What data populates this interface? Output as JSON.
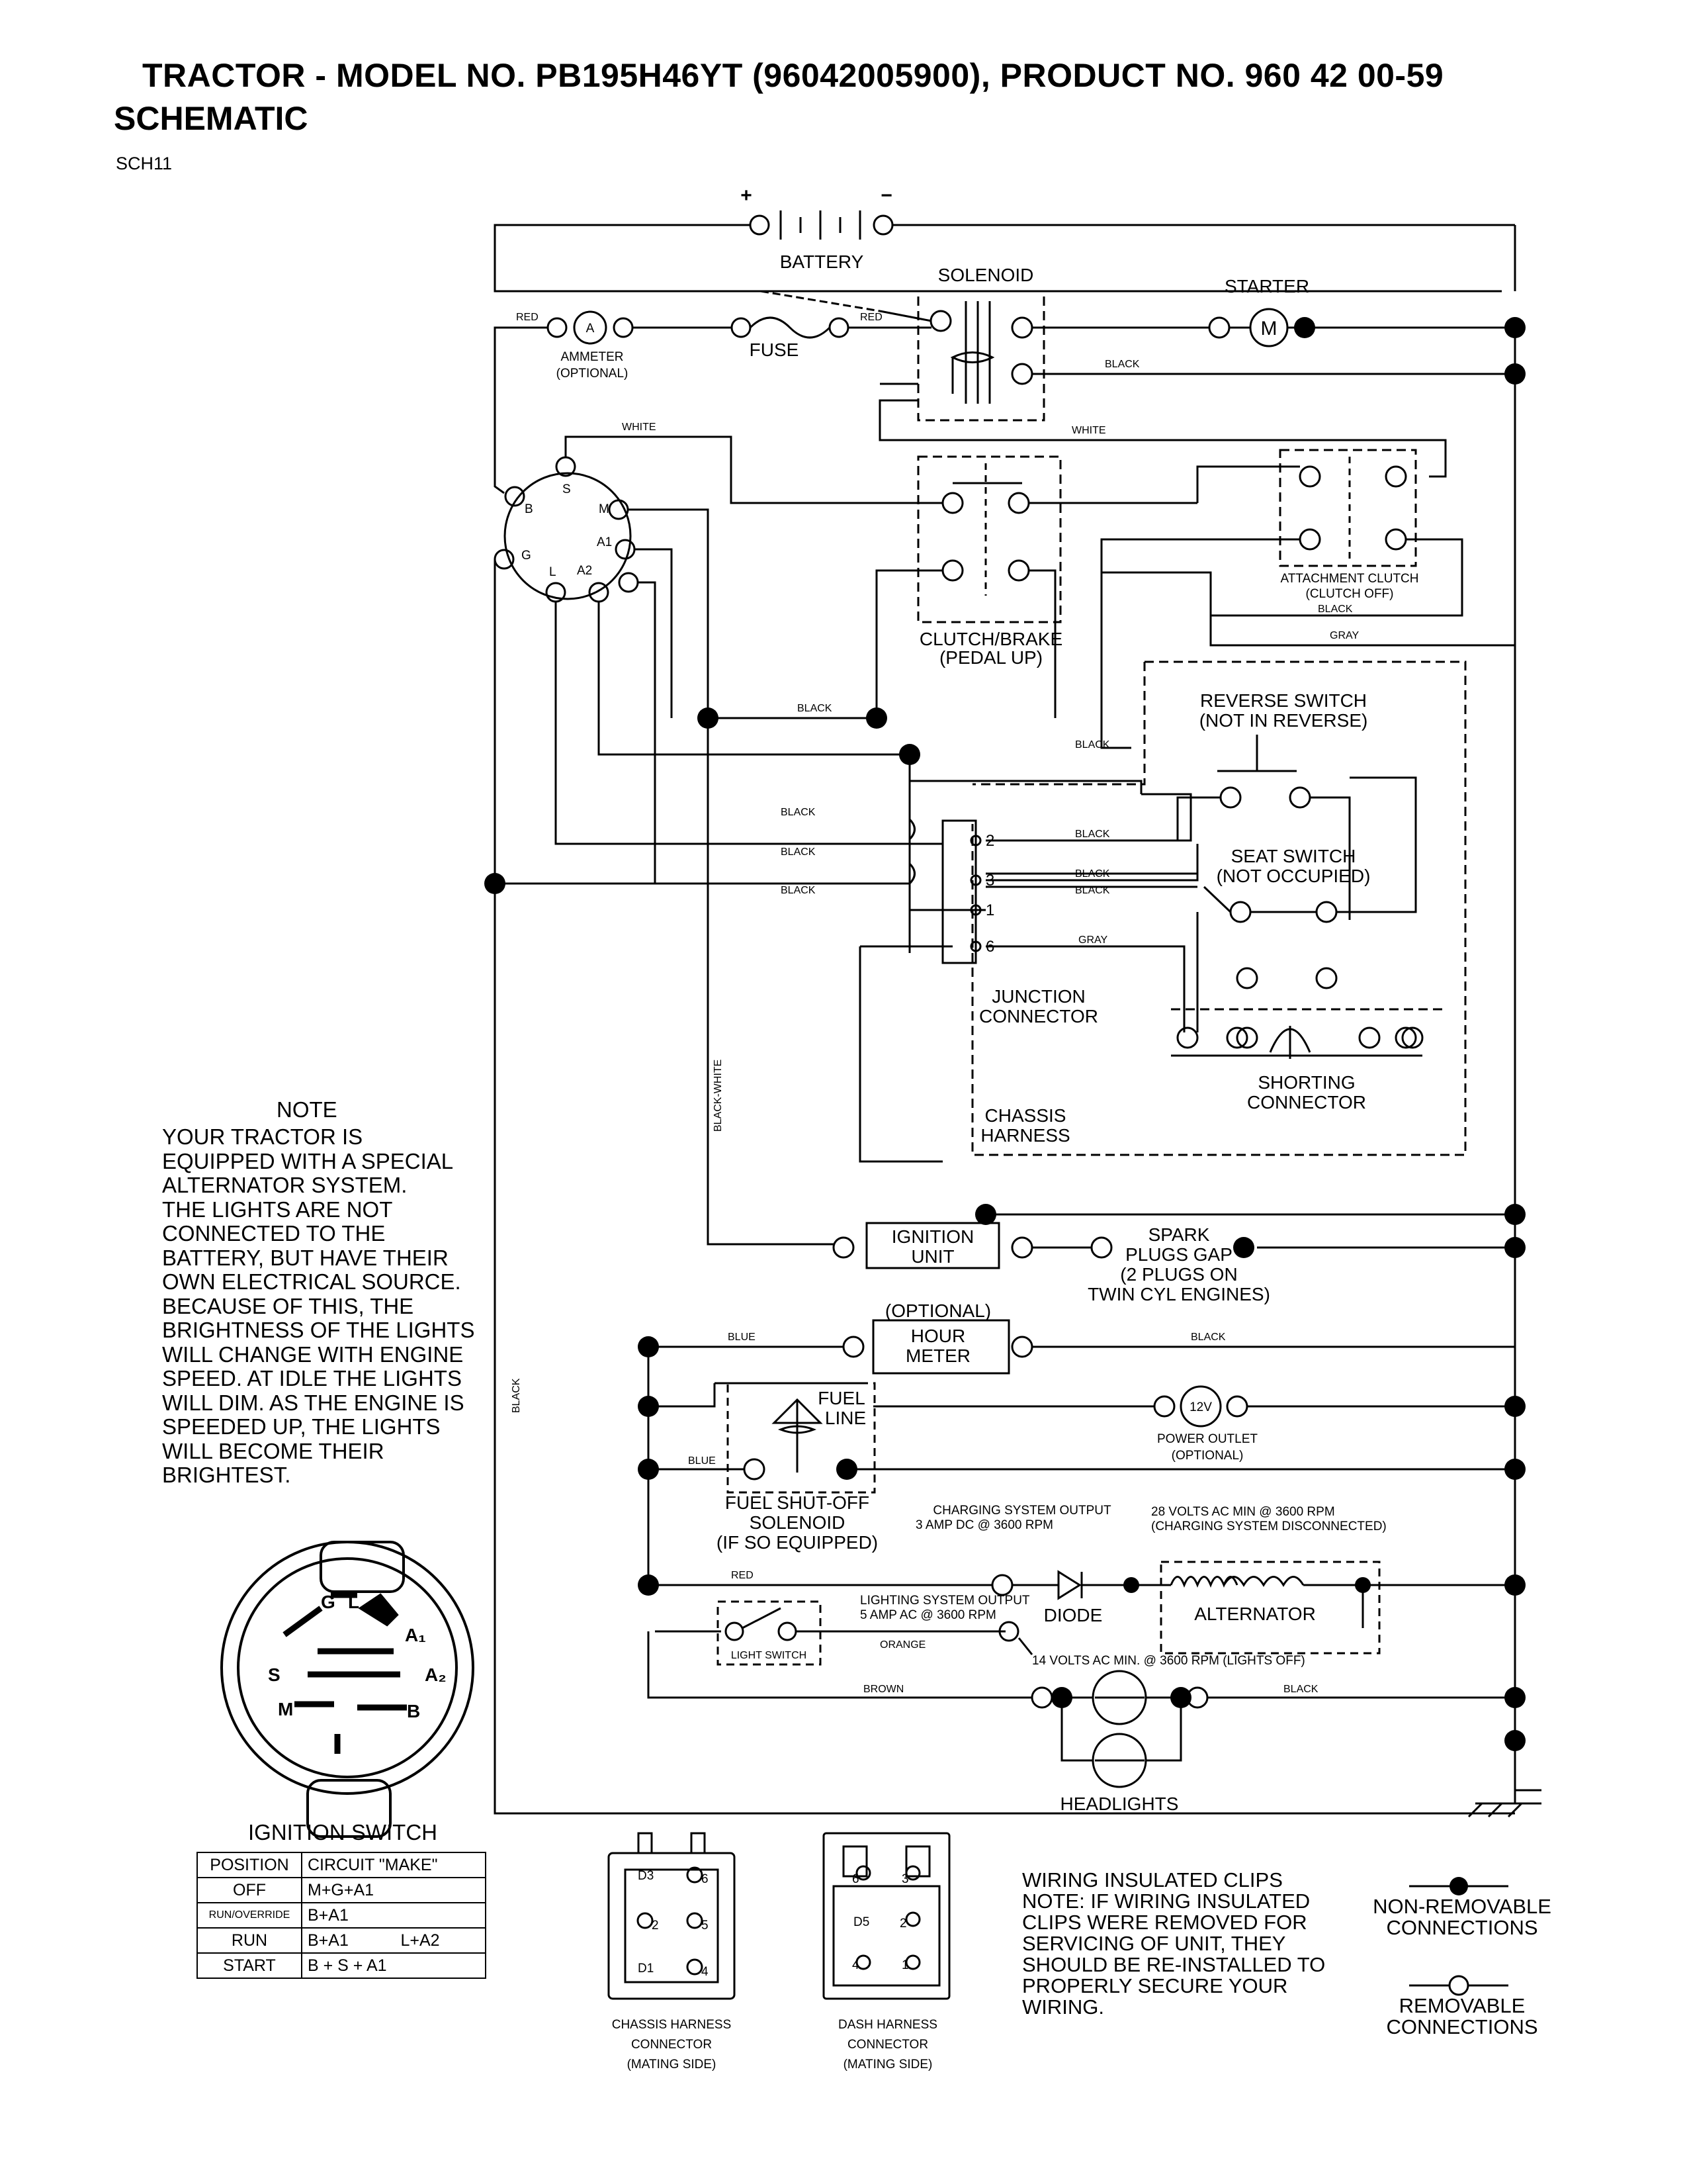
{
  "header": {
    "title": "TRACTOR - MODEL NO. PB195H46YT (96042005900), PRODUCT NO. 960 42 00-59",
    "subtitle": "SCHEMATIC",
    "code": "SCH11"
  },
  "components": {
    "battery": "BATTERY",
    "battery_plus": "+",
    "battery_minus": "−",
    "solenoid": "SOLENOID",
    "starter": "STARTER",
    "starter_symbol": "M",
    "ammeter_symbol": "A",
    "ammeter": "AMMETER",
    "ammeter_optional": "(OPTIONAL)",
    "fuse": "FUSE",
    "clutch_brake": "CLUTCH/BRAKE",
    "clutch_brake_state": "(PEDAL UP)",
    "attachment_clutch": "ATTACHMENT CLUTCH",
    "attachment_clutch_state": "(CLUTCH OFF)",
    "reverse_switch": "REVERSE SWITCH",
    "reverse_switch_state": "(NOT IN REVERSE)",
    "seat_switch": "SEAT SWITCH",
    "seat_switch_state": "(NOT OCCUPIED)",
    "junction_connector_1": "JUNCTION",
    "junction_connector_2": "CONNECTOR",
    "shorting_connector_1": "SHORTING",
    "shorting_connector_2": "CONNECTOR",
    "chassis_harness_1": "CHASSIS",
    "chassis_harness_2": "HARNESS",
    "ignition_unit_1": "IGNITION",
    "ignition_unit_2": "UNIT",
    "spark_plugs_1": "SPARK",
    "spark_plugs_2": "PLUGS GAP",
    "spark_plugs_3": "(2 PLUGS ON",
    "spark_plugs_4": "TWIN CYL  ENGINES)",
    "hour_meter_optional": "(OPTIONAL)",
    "hour_meter_1": "HOUR",
    "hour_meter_2": "METER",
    "fuel_line_1": "FUEL",
    "fuel_line_2": "LINE",
    "power_outlet_symbol": "12V",
    "power_outlet": "POWER OUTLET",
    "power_outlet_optional": "(OPTIONAL)",
    "fuel_shutoff_1": "FUEL SHUT-OFF",
    "fuel_shutoff_2": "SOLENOID",
    "fuel_shutoff_3": "(IF SO EQUIPPED)",
    "charging_output_1": "CHARGING SYSTEM OUTPUT",
    "charging_output_2": "3 AMP DC @ 3600 RPM",
    "volts_28_1": "28 VOLTS AC MIN  @ 3600 RPM",
    "volts_28_2": "(CHARGING SYSTEM DISCONNECTED)",
    "lighting_output_1": "LIGHTING SYSTEM OUTPUT",
    "lighting_output_2": "5 AMP AC @ 3600 RPM",
    "diode": "DIODE",
    "alternator": "ALTERNATOR",
    "light_switch": "LIGHT SWITCH",
    "volts_14": "14 VOLTS AC MIN. @ 3600 RPM (LIGHTS OFF)",
    "headlights": "HEADLIGHTS"
  },
  "ignition_terminals": {
    "b": "B",
    "s": "S",
    "m": "M",
    "a1": "A1",
    "g": "G",
    "l": "L",
    "a2": "A2"
  },
  "wires": {
    "red": "RED",
    "white": "WHITE",
    "black": "BLACK",
    "gray": "GRAY",
    "blue": "BLUE",
    "orange": "ORANGE",
    "brown": "BROWN",
    "black_white": "BLACK-WHITE"
  },
  "junction_pins": [
    "2",
    "3",
    "1",
    "6"
  ],
  "note": {
    "heading": "NOTE",
    "lines": [
      "YOUR TRACTOR IS",
      "EQUIPPED WITH A SPECIAL",
      "ALTERNATOR SYSTEM.",
      "THE LIGHTS ARE NOT",
      "CONNECTED TO THE",
      "BATTERY, BUT HAVE THEIR",
      "OWN ELECTRICAL SOURCE.",
      "BECAUSE OF THIS, THE",
      "BRIGHTNESS OF THE LIGHTS",
      "WILL CHANGE WITH ENGINE",
      "SPEED.  AT IDLE THE LIGHTS",
      "WILL DIM.  AS THE ENGINE IS",
      "SPEEDED UP, THE LIGHTS",
      "WILL BECOME THEIR",
      "BRIGHTEST."
    ]
  },
  "ignition_switch": {
    "title": "IGNITION SWITCH",
    "face_labels": {
      "g": "G",
      "l": "L",
      "a1": "A₁",
      "a2": "A₂",
      "s": "S",
      "m": "M",
      "b": "B"
    },
    "table_header": [
      "POSITION",
      "CIRCUIT    \"MAKE\""
    ],
    "rows": [
      {
        "position": "OFF",
        "make": "M+G+A1",
        "extra": ""
      },
      {
        "position": "RUN/OVERRIDE",
        "make": "B+A1",
        "extra": ""
      },
      {
        "position": "RUN",
        "make": "B+A1",
        "extra": "L+A2"
      },
      {
        "position": "START",
        "make": "B + S + A1",
        "extra": ""
      }
    ]
  },
  "connectors": {
    "chassis_1": "CHASSIS HARNESS",
    "chassis_2": "CONNECTOR",
    "chassis_3": "(MATING SIDE)",
    "dash_1": "DASH HARNESS",
    "dash_2": "CONNECTOR",
    "dash_3": "(MATING SIDE)",
    "chassis_pins": [
      "D3",
      "6",
      "2",
      "5",
      "D1",
      "4"
    ],
    "dash_pins": [
      "6",
      "3",
      "D5",
      "2",
      "4",
      "1"
    ]
  },
  "wiring_note": {
    "lines": [
      "WIRING INSULATED CLIPS",
      "NOTE: IF WIRING INSULATED",
      "CLIPS WERE REMOVED FOR",
      "SERVICING OF UNIT, THEY",
      "SHOULD BE RE-INSTALLED TO",
      "PROPERLY SECURE YOUR",
      "WIRING."
    ]
  },
  "legend": {
    "non_removable_1": "NON-REMOVABLE",
    "non_removable_2": "CONNECTIONS",
    "removable_1": "REMOVABLE",
    "removable_2": "CONNECTIONS"
  }
}
